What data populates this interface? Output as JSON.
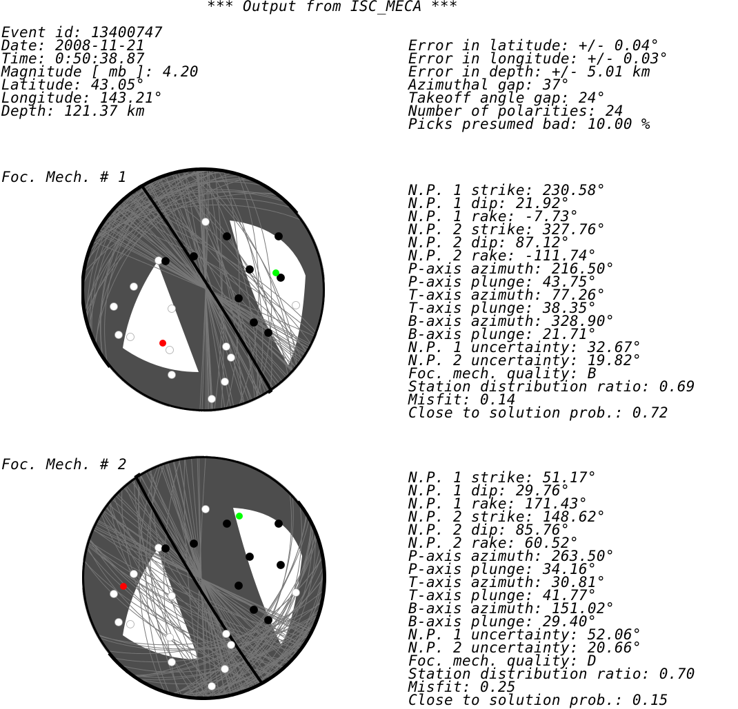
{
  "title": "*** Output from ISC_MECA ***",
  "event": [
    "Event id: 13400747",
    "Date: 2008-11-21",
    "Time: 0:50:38.87",
    "Magnitude [ mb ]: 4.20",
    "Latitude: 43.05°",
    "Longitude: 143.21°",
    "Depth: 121.37 km"
  ],
  "errors": [
    "Error in latitude: +/- 0.04°",
    "Error in longitude: +/- 0.03°",
    "Error in depth: +/- 5.01 km",
    "Azimuthal gap: 37°",
    "Takeoff angle gap: 24°",
    "Number of polarities: 24",
    "Picks presumed bad: 10.00 %"
  ],
  "mechanisms": [
    {
      "label": "Foc. Mech. # 1",
      "params": [
        "N.P. 1 strike: 230.58°",
        "N.P. 1 dip: 21.92°",
        "N.P. 1 rake: -7.73°",
        "N.P. 2 strike: 327.76°",
        "N.P. 2 dip: 87.12°",
        "N.P. 2 rake: -111.74°",
        "P-axis azimuth: 216.50°",
        "P-axis plunge: 43.75°",
        "T-axis azimuth: 77.26°",
        "T-axis plunge: 38.35°",
        "B-axis azimuth: 328.90°",
        "B-axis plunge: 21.71°",
        "N.P. 1 uncertainty: 32.67°",
        "N.P. 2 uncertainty: 19.82°",
        "Foc. mech. quality: B",
        "Station distribution ratio: 0.69",
        "Misfit: 0.14",
        "Close to solution prob.: 0.72"
      ],
      "nodal_planes": [
        {
          "strike": 230.58,
          "dip": 21.92
        },
        {
          "strike": 327.76,
          "dip": 87.12
        }
      ],
      "p_axis": {
        "azimuth": 216.5,
        "plunge": 43.75
      },
      "t_axis": {
        "azimuth": 77.26,
        "plunge": 38.35
      }
    },
    {
      "label": "Foc. Mech. # 2",
      "params": [
        "N.P. 1 strike: 51.17°",
        "N.P. 1 dip: 29.76°",
        "N.P. 1 rake: 171.43°",
        "N.P. 2 strike: 148.62°",
        "N.P. 2 dip: 85.76°",
        "N.P. 2 rake: 60.52°",
        "P-axis azimuth: 263.50°",
        "P-axis plunge: 34.16°",
        "T-axis azimuth: 30.81°",
        "T-axis plunge: 41.77°",
        "B-axis azimuth: 151.02°",
        "B-axis plunge: 29.40°",
        "N.P. 1 uncertainty: 52.06°",
        "N.P. 2 uncertainty: 20.66°",
        "Foc. mech. quality: D",
        "Station distribution ratio: 0.70",
        "Misfit: 0.25",
        "Close to solution prob.: 0.15"
      ],
      "nodal_planes": [
        {
          "strike": 51.17,
          "dip": 29.76
        },
        {
          "strike": 148.62,
          "dip": 85.76
        }
      ],
      "p_axis": {
        "azimuth": 263.5,
        "plunge": 34.16
      },
      "t_axis": {
        "azimuth": 30.81,
        "plunge": 41.77
      }
    }
  ],
  "polarity_colors": {
    "compression": "#000000",
    "dilatation": "#ffffff",
    "p_axis": "#ff0000",
    "t_axis": "#00ff00"
  },
  "sphere_fill": "#4d4d4d"
}
